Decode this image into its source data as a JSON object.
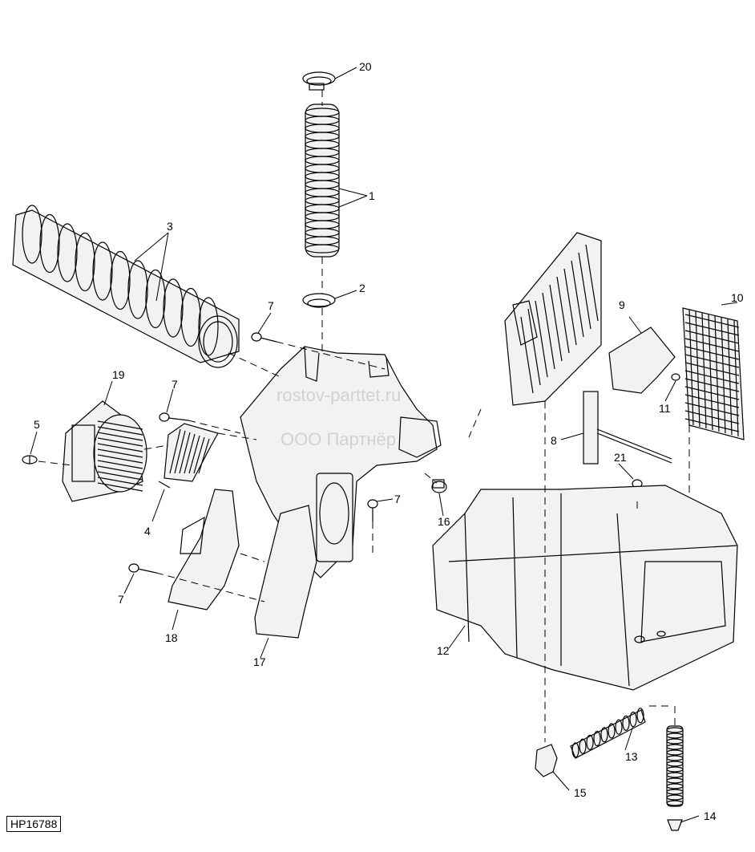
{
  "figure_id": "HP16788",
  "watermark": {
    "line1": "rostov-parttet.ru",
    "line2": "ООО Партнёр"
  },
  "callouts": [
    "20",
    "1",
    "3",
    "2",
    "7",
    "7",
    "19",
    "5",
    "4",
    "7",
    "7",
    "16",
    "18",
    "17",
    "10",
    "9",
    "11",
    "8",
    "21",
    "12",
    "13",
    "15",
    "14"
  ]
}
